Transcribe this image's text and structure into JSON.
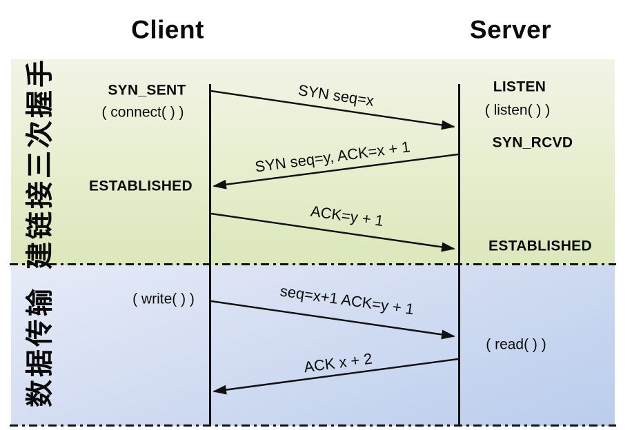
{
  "header": {
    "client": "Client",
    "server": "Server"
  },
  "sections": {
    "handshake": {
      "label": "建链接三次握手"
    },
    "data_transfer": {
      "label": "数据传输"
    }
  },
  "client": {
    "syn_sent": "SYN_SENT",
    "connect_call": "( connect( ) )",
    "established": "ESTABLISHED",
    "write_call": "( write( ) )"
  },
  "server": {
    "listen": "LISTEN",
    "listen_call": "( listen( ) )",
    "syn_rcvd": "SYN_RCVD",
    "established": "ESTABLISHED",
    "read_call": "( read( ) )"
  },
  "messages": [
    {
      "label": "SYN seq=x",
      "from": "client",
      "to": "server"
    },
    {
      "label": "SYN seq=y, ACK=x + 1",
      "from": "server",
      "to": "client"
    },
    {
      "label": "ACK=y + 1",
      "from": "client",
      "to": "server"
    },
    {
      "label": "seq=x+1 ACK=y + 1",
      "from": "client",
      "to": "server"
    },
    {
      "label": "ACK x + 2",
      "from": "server",
      "to": "client"
    }
  ],
  "colors": {
    "handshake_band_top": "#f2f4e6",
    "handshake_band_bottom": "#dce7ba",
    "data_band_top": "#e6ebf7",
    "data_band_bottom": "#b9cdec",
    "line": "#111111",
    "text": "#0a0a0a",
    "background": "#ffffff"
  }
}
